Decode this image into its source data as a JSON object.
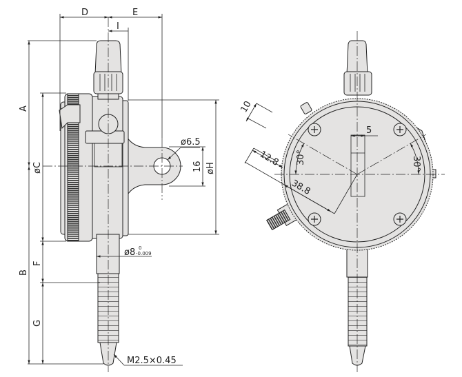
{
  "title": "Dial indicator dimensional drawing",
  "side_view": {
    "dim_D": "D",
    "dim_E": "E",
    "dim_I": "I",
    "dim_A": "A",
    "dim_B": "B",
    "dim_C": "øC",
    "dim_F": "F",
    "dim_G": "G",
    "dim_H": "øH",
    "hole_dia": "ø6.5",
    "lug_height": "16",
    "stem_dia": "ø8",
    "stem_tol_upper": "0",
    "stem_tol_lower": "-0.009",
    "thread": "M2.5×0.45"
  },
  "front_view": {
    "knob_width": "10",
    "knob_offset": "12.8",
    "knob_distance": "38.8",
    "slot_width": "5",
    "angle_left": "30°",
    "angle_right": "30°"
  }
}
